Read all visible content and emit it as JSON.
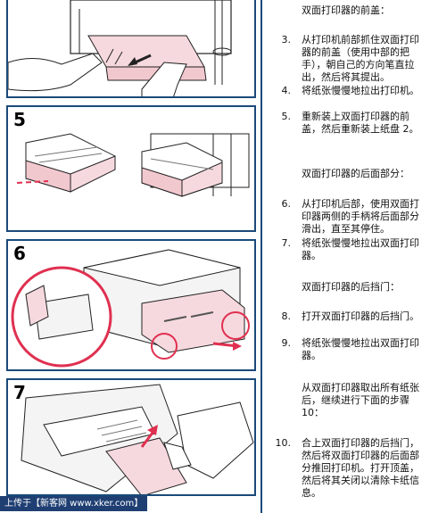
{
  "panels": [
    {
      "step": ""
    },
    {
      "step": "5"
    },
    {
      "step": "6"
    },
    {
      "step": "7"
    }
  ],
  "instructions": {
    "s1_heading": "双面打印器的前盖：",
    "items": [
      {
        "num": "3.",
        "text": "从打印机前部抓住双面打印器的前盖（使用中部的把手），朝自己的方向笔直拉出，然后将其提出。"
      },
      {
        "num": "4.",
        "text": "将纸张慢慢地拉出打印机。"
      },
      {
        "num": "5.",
        "text": "重新装上双面打印器的前盖，然后重新装上纸盘 2。"
      }
    ],
    "s2_heading": "双面打印器的后面部分：",
    "items2": [
      {
        "num": "6.",
        "text": "从打印机后部，使用双面打印器两侧的手柄将后面部分滑出，直至其停住。"
      },
      {
        "num": "7.",
        "text": "将纸张慢慢地拉出双面打印器。"
      }
    ],
    "s3_heading": "双面打印器的后挡门：",
    "items3": [
      {
        "num": "8.",
        "text": "打开双面打印器的后挡门。"
      },
      {
        "num": "9.",
        "text": "将纸张慢慢地拉出双面打印器。"
      }
    ],
    "s4_note": "从双面打印器取出所有纸张后，继续进行下面的步骤 10：",
    "items4": [
      {
        "num": "10.",
        "text": "合上双面打印器的后挡门，然后将双面打印器的后面部分推回打印机。打开顶盖，然后将其关闭以清除卡纸信息。"
      }
    ]
  },
  "watermark": "上传于【新客网 www.xker.com】"
}
